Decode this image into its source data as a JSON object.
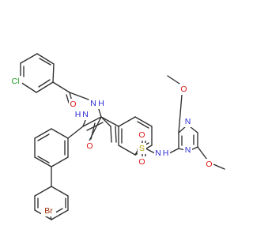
{
  "diagram": {
    "colors": {
      "bond": "#2e2e2e",
      "C": "#2e2e2e",
      "N": "#2b2bd6",
      "O": "#e01616",
      "S": "#b8a600",
      "Cl": "#1f9c1f",
      "Br": "#9a2b00"
    },
    "atom_labels": {
      "cl": "Cl",
      "o_amide1": "O",
      "nh_amide1": "N",
      "h_amide1": "H",
      "o_amide2": "O",
      "nh_amide2": "N",
      "h_amide2": "H",
      "s_sulfonyl": "S",
      "o_sulf_top": "O",
      "o_sulf_bot": "O",
      "nh_sulf": "N",
      "h_sulf": "H",
      "n_pyr_top": "N",
      "n_pyr_bot": "N",
      "o_ome1": "O",
      "o_ome2": "O",
      "br": "Br"
    }
  }
}
